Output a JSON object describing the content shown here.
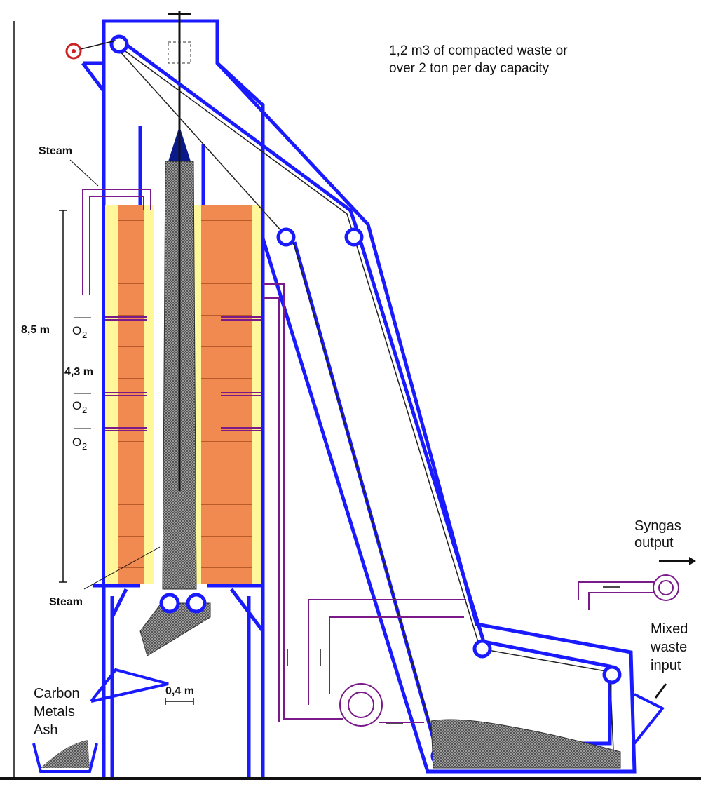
{
  "title": {
    "line1": "1,2 m3 of compacted waste or",
    "line2": "over 2 ton per day capacity"
  },
  "labels": {
    "steam_top": "Steam",
    "steam_bottom": "Steam",
    "height_total": "8,5 m",
    "height_zone": "4,3 m",
    "oxygen": "O",
    "oxygen_sub": "2",
    "width_scale": "0,4 m",
    "syngas_line1": "Syngas",
    "syngas_line2": "output",
    "input_line1": "Mixed",
    "input_line2": "waste",
    "input_line3": "input",
    "residue_line1": "Carbon",
    "residue_line2": "Metals",
    "residue_line3": "Ash"
  },
  "colors": {
    "frame": "#1a1aff",
    "refractory": "#f08a50",
    "insulation": "#fff79a",
    "pipe": "#7a1a8a",
    "waste": "#555555",
    "motor": "#cc2222"
  }
}
